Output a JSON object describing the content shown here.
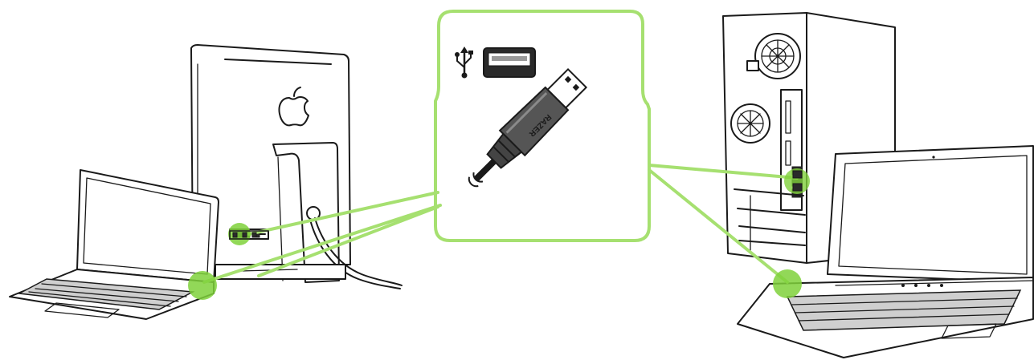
{
  "colors": {
    "accent": "#7fd13b",
    "accent_light": "#a6e070",
    "line": "#1a1a1a"
  },
  "callout": {
    "usb_symbol_icon": "usb-trident-icon",
    "port_icon": "usb-a-port-icon",
    "cable_label": "RAZER"
  },
  "devices": [
    {
      "name": "laptop-left",
      "icon": "laptop-icon"
    },
    {
      "name": "imac",
      "icon": "all-in-one-desktop-icon",
      "logo": "apple-logo-icon"
    },
    {
      "name": "desktop-tower",
      "icon": "pc-tower-icon"
    },
    {
      "name": "laptop-right",
      "icon": "laptop-icon"
    }
  ]
}
